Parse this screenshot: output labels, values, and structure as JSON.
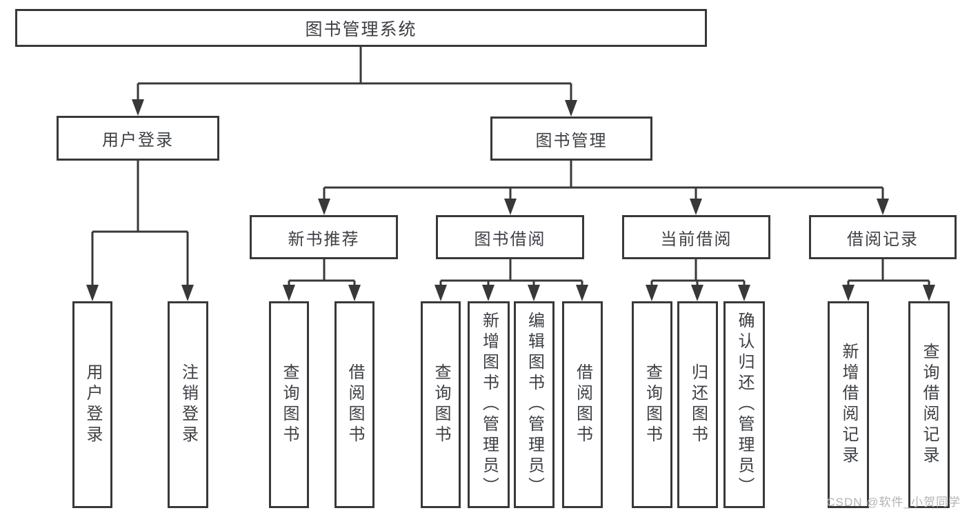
{
  "tree": {
    "root": "图书管理系统",
    "branches": [
      {
        "label": "用户登录",
        "leaves": [
          "用户登录",
          "注销登录"
        ]
      },
      {
        "label": "图书管理",
        "groups": [
          {
            "label": "新书推荐",
            "leaves": [
              "查询图书",
              "借阅图书"
            ]
          },
          {
            "label": "图书借阅",
            "leaves": [
              "查询图书",
              "新增图书（管理员）",
              "编辑图书（管理员）",
              "借阅图书"
            ]
          },
          {
            "label": "当前借阅",
            "leaves": [
              "查询图书",
              "归还图书",
              "确认归还（管理员）"
            ]
          },
          {
            "label": "借阅记录",
            "leaves": [
              "新增借阅记录",
              "查询借阅记录"
            ]
          }
        ]
      }
    ]
  },
  "watermark": {
    "text": "CSDN @软件_小贺同学"
  },
  "colors": {
    "line": "#383838",
    "text": "#3c3f44",
    "watermark": "#b3b3b3",
    "background": "#ffffff"
  }
}
